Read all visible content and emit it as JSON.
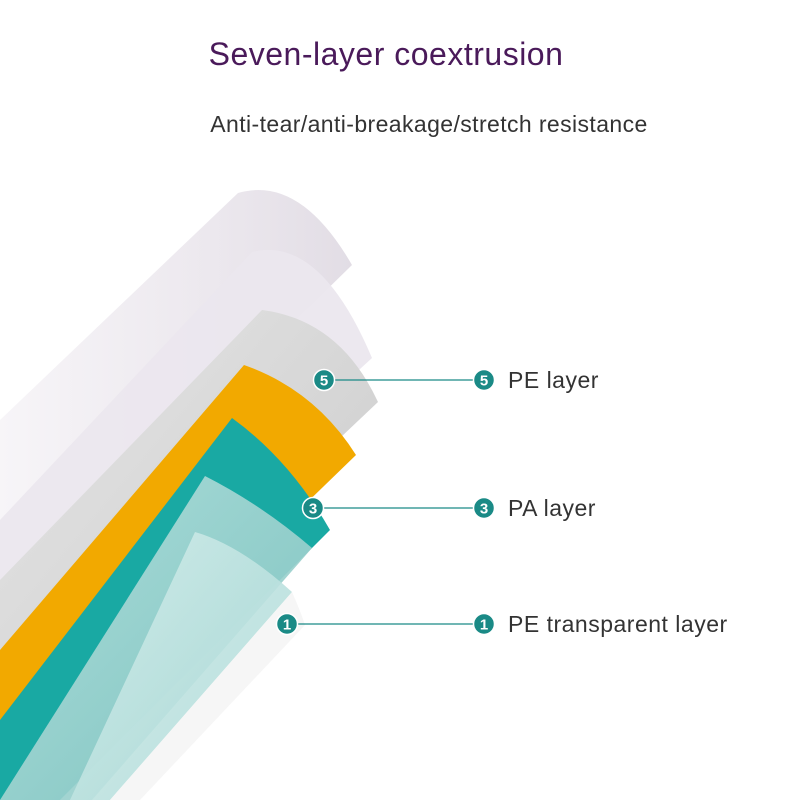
{
  "header": {
    "title": "Seven-layer coextrusion",
    "subtitle": "Anti-tear/anti-breakage/stretch resistance"
  },
  "colors": {
    "title": "#4a1a5a",
    "teal": "#1a8a86",
    "orange": "#f2a900",
    "gray_layer": "#cfcfcf",
    "clear_layer": "#eeeaf0",
    "aqua_layer": "#9fd3d0"
  },
  "callouts": [
    {
      "number": "5",
      "label": "PE layer"
    },
    {
      "number": "3",
      "label": "PA layer"
    },
    {
      "number": "1",
      "label": "PE transparent layer"
    }
  ]
}
